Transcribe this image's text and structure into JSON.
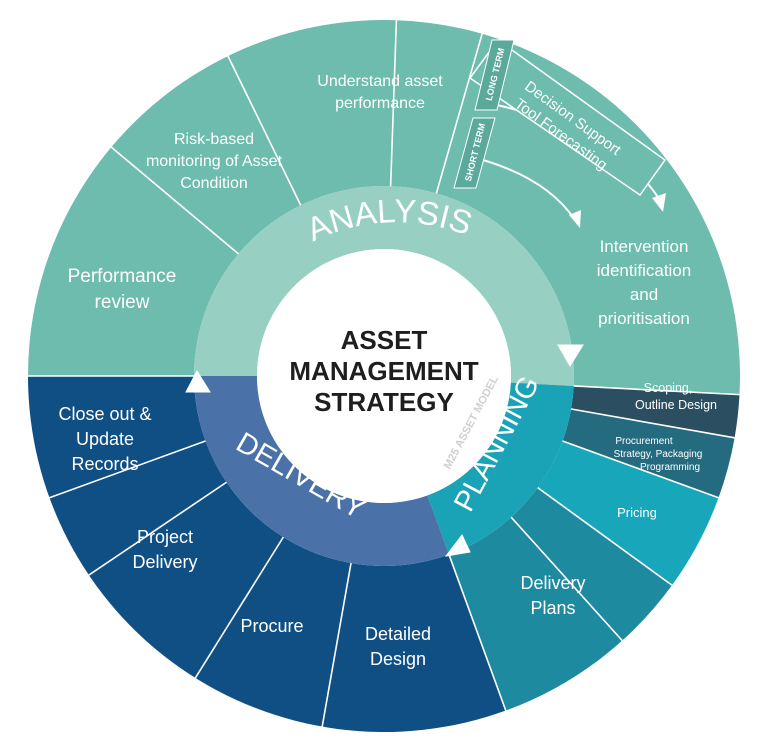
{
  "center": {
    "title_lines": [
      "ASSET",
      "MANAGEMENT",
      "STRATEGY"
    ],
    "model_label": "M25 ASSET MODEL"
  },
  "phases": {
    "analysis": "ANALYSIS",
    "planning": "PLANNING",
    "delivery": "DELIVERY"
  },
  "segments": {
    "performance_review": [
      "Performance",
      "review"
    ],
    "risk_monitoring": [
      "Risk-based",
      "monitoring of  Asset",
      "Condition"
    ],
    "understand_performance": [
      "Understand asset",
      "performance"
    ],
    "long_term": "LONG TERM",
    "short_term": "SHORT TERM",
    "decision_support": [
      "Decision Support",
      "Tool Forecasting"
    ],
    "intervention": [
      "Intervention",
      "identification",
      "and",
      "prioritisation"
    ],
    "scoping": [
      "Scoping,",
      "Outline Design"
    ],
    "procurement_strategy": [
      "Procurement",
      "Strategy, Packaging",
      "Programming"
    ],
    "pricing": [
      "Pricing"
    ],
    "delivery_plans": [
      "Delivery",
      "Plans"
    ],
    "detailed_design": [
      "Detailed",
      "Design"
    ],
    "procure": [
      "Procure"
    ],
    "project_delivery": [
      "Project",
      "Delivery"
    ],
    "close_out": [
      "Close out &",
      "Update",
      "Records"
    ]
  },
  "colors": {
    "analysis_outer": "#6dbcad",
    "analysis_ring": "#97d0c3",
    "delivery_outer": "#0f4f84",
    "delivery_ring": "#4a72a8",
    "planning_ring": "#1aa3b7",
    "planning_dark": "#2b4f60",
    "planning_mid": "#1e8aa0",
    "planning_light": "#18a6ba"
  }
}
